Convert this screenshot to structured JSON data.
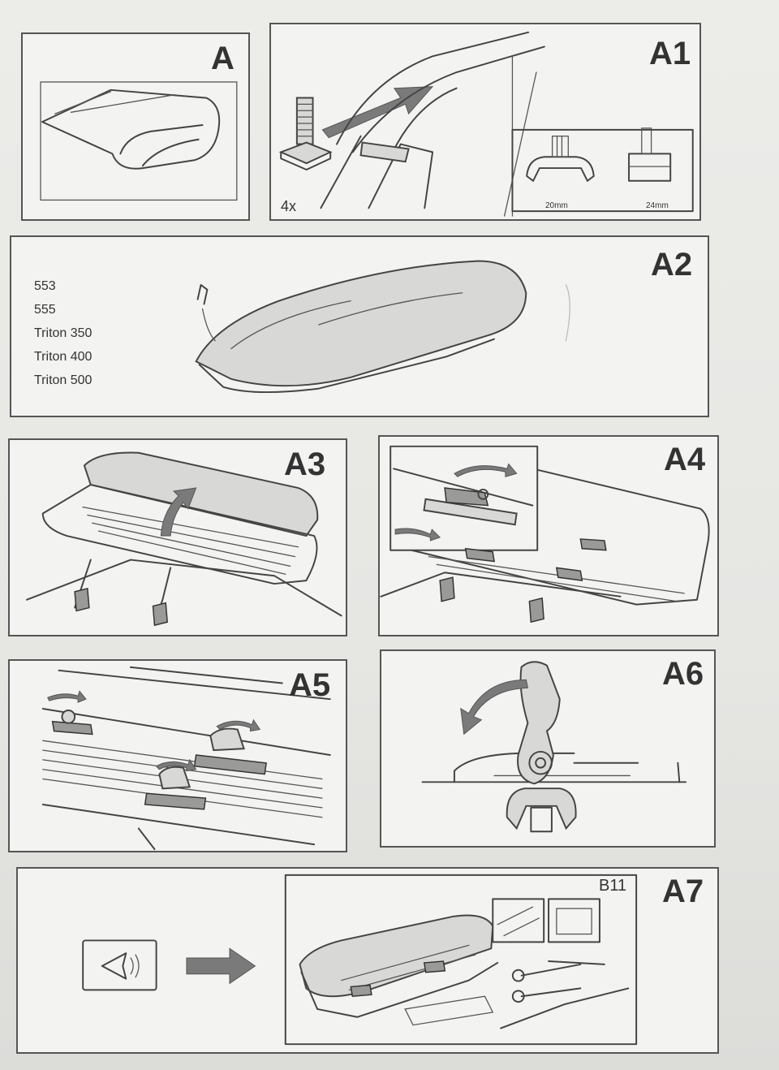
{
  "panels": {
    "A": {
      "label": "A"
    },
    "A1": {
      "label": "A1",
      "quantity": "4x",
      "size_left": "20mm",
      "size_right": "24mm"
    },
    "A2": {
      "label": "A2",
      "models": [
        "553",
        "555",
        "Triton 350",
        "Triton 400",
        "Triton 500"
      ]
    },
    "A3": {
      "label": "A3"
    },
    "A4": {
      "label": "A4"
    },
    "A5": {
      "label": "A5"
    },
    "A6": {
      "label": "A6"
    },
    "A7": {
      "label": "A7",
      "ref": "B11"
    }
  }
}
